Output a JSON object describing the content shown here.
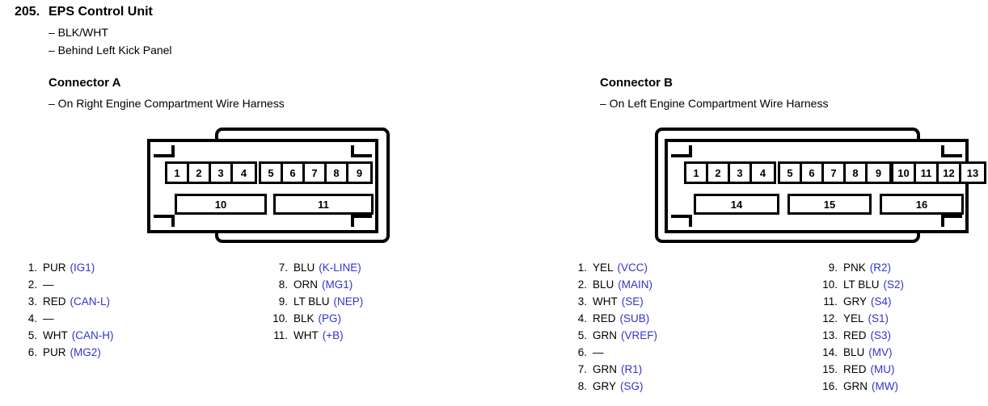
{
  "header": {
    "number": "205.",
    "title": "EPS Control Unit",
    "notes": [
      "– BLK/WHT",
      "– Behind Left Kick Panel"
    ]
  },
  "connector_a": {
    "heading": "Connector A",
    "note": "– On Right Engine Compartment Wire Harness",
    "diagram": {
      "top_groups": [
        {
          "pins": [
            "1",
            "2",
            "3",
            "4"
          ]
        },
        {
          "pins": [
            "5",
            "6",
            "7",
            "8",
            "9"
          ]
        }
      ],
      "bottom_pins": [
        "10",
        "11"
      ]
    },
    "pins_col1": [
      {
        "index": "1.",
        "color": "PUR",
        "signal": "(IG1)"
      },
      {
        "index": "2.",
        "color": "—",
        "signal": ""
      },
      {
        "index": "3.",
        "color": "RED",
        "signal": "(CAN-L)"
      },
      {
        "index": "4.",
        "color": "—",
        "signal": ""
      },
      {
        "index": "5.",
        "color": "WHT",
        "signal": "(CAN-H)"
      },
      {
        "index": "6.",
        "color": "PUR",
        "signal": "(MG2)"
      }
    ],
    "pins_col2": [
      {
        "index": "7.",
        "color": "BLU",
        "signal": "(K-LINE)"
      },
      {
        "index": "8.",
        "color": "ORN",
        "signal": "(MG1)"
      },
      {
        "index": "9.",
        "color": "LT BLU",
        "signal": "(NEP)"
      },
      {
        "index": "10.",
        "color": "BLK",
        "signal": "(PG)"
      },
      {
        "index": "11.",
        "color": "WHT",
        "signal": "(+B)"
      }
    ]
  },
  "connector_b": {
    "heading": "Connector B",
    "note": "– On Left Engine Compartment Wire Harness",
    "diagram": {
      "top_groups": [
        {
          "pins": [
            "1",
            "2",
            "3",
            "4"
          ]
        },
        {
          "pins": [
            "5",
            "6",
            "7",
            "8",
            "9"
          ]
        },
        {
          "pins": [
            "10",
            "11",
            "12",
            "13"
          ]
        }
      ],
      "bottom_pins": [
        "14",
        "15",
        "16"
      ]
    },
    "pins_col1": [
      {
        "index": "1.",
        "color": "YEL",
        "signal": "(VCC)"
      },
      {
        "index": "2.",
        "color": "BLU",
        "signal": "(MAIN)"
      },
      {
        "index": "3.",
        "color": "WHT",
        "signal": "(SE)"
      },
      {
        "index": "4.",
        "color": "RED",
        "signal": "(SUB)"
      },
      {
        "index": "5.",
        "color": "GRN",
        "signal": "(VREF)"
      },
      {
        "index": "6.",
        "color": "—",
        "signal": ""
      },
      {
        "index": "7.",
        "color": "GRN",
        "signal": "(R1)"
      },
      {
        "index": "8.",
        "color": "GRY",
        "signal": "(SG)"
      }
    ],
    "pins_col2": [
      {
        "index": "9.",
        "color": "PNK",
        "signal": "(R2)"
      },
      {
        "index": "10.",
        "color": "LT BLU",
        "signal": "(S2)"
      },
      {
        "index": "11.",
        "color": "GRY",
        "signal": "(S4)"
      },
      {
        "index": "12.",
        "color": "YEL",
        "signal": "(S1)"
      },
      {
        "index": "13.",
        "color": "RED",
        "signal": "(S3)"
      },
      {
        "index": "14.",
        "color": "BLU",
        "signal": "(MV)"
      },
      {
        "index": "15.",
        "color": "RED",
        "signal": "(MU)"
      },
      {
        "index": "16.",
        "color": "GRN",
        "signal": "(MW)"
      }
    ]
  },
  "colors": {
    "signal_blue": "#3333cc",
    "ink": "#000000",
    "page": "#ffffff"
  }
}
